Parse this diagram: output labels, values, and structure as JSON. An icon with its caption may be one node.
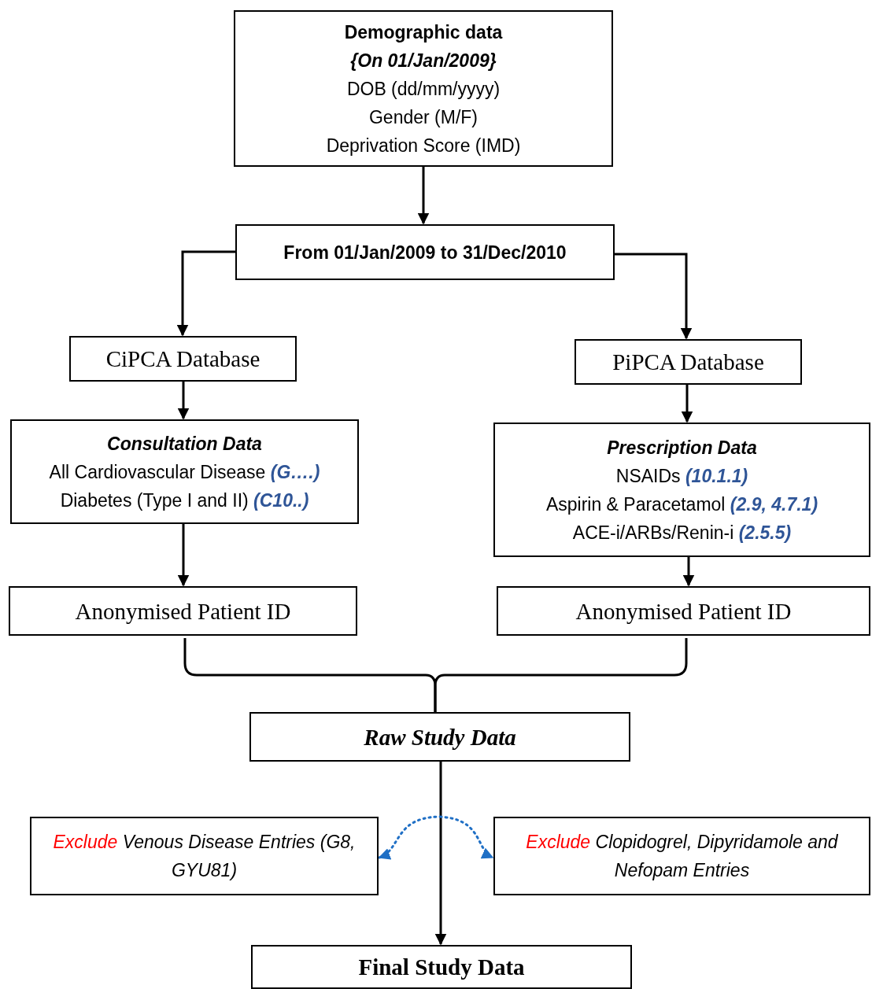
{
  "diagram": {
    "nodes": [
      {
        "text": [
          "Demographic data",
          "{On 01/Jan/2009}",
          "DOB (dd/mm/yyyy)",
          "Gender (M/F)",
          "Deprivation Score (IMD)"
        ]
      },
      {
        "text": [
          "From 01/Jan/2009 to 31/Dec/2010"
        ]
      },
      {
        "text": [
          "CiPCA Database"
        ]
      },
      {
        "text": [
          "PiPCA Database"
        ]
      },
      {
        "text": [
          "Consultation Data",
          "All Cardiovascular Disease **(G….)**",
          "Diabetes (Type I and II) **(C10..)**"
        ]
      },
      {
        "text": [
          "Prescription Data",
          "NSAIDs **(10.1.1)**",
          "Aspirin & Paracetamol **(2.9, 4.7.1)**",
          "ACE-i/ARBs/Renin-i **(2.5.5)**"
        ]
      },
      {
        "text": [
          "Anonymised Patient ID"
        ]
      },
      {
        "text": [
          "Anonymised Patient ID"
        ]
      },
      {
        "text": [
          "Raw Study Data"
        ]
      },
      {
        "text": [
          "**Exclude** Venous Disease Entries (G8, GYU81)"
        ]
      },
      {
        "text": [
          "**Exclude** Clopidogrel, Dipyridamole and Nefopam Entries"
        ]
      },
      {
        "text": [
          "Final Study Data"
        ]
      }
    ],
    "edges": [
      {
        "from": 0,
        "to": 1,
        "arrow": "to"
      },
      {
        "from": 1,
        "to": 2,
        "arrow": "to"
      },
      {
        "from": 1,
        "to": 3,
        "arrow": "to"
      },
      {
        "from": 2,
        "to": 4,
        "arrow": "to"
      },
      {
        "from": 3,
        "to": 5,
        "arrow": "to"
      },
      {
        "from": 4,
        "to": 6,
        "arrow": "to"
      },
      {
        "from": 5,
        "to": 7,
        "arrow": "to"
      },
      {
        "from": 6,
        "to": 8,
        "arrow": "none"
      },
      {
        "from": 7,
        "to": 8,
        "arrow": "none"
      },
      {
        "from": 8,
        "to": 11,
        "arrow": "to"
      },
      {
        "from": 9,
        "to": 10,
        "arrow": "both",
        "style": "dashed",
        "color": "#1f6fc5"
      }
    ]
  }
}
